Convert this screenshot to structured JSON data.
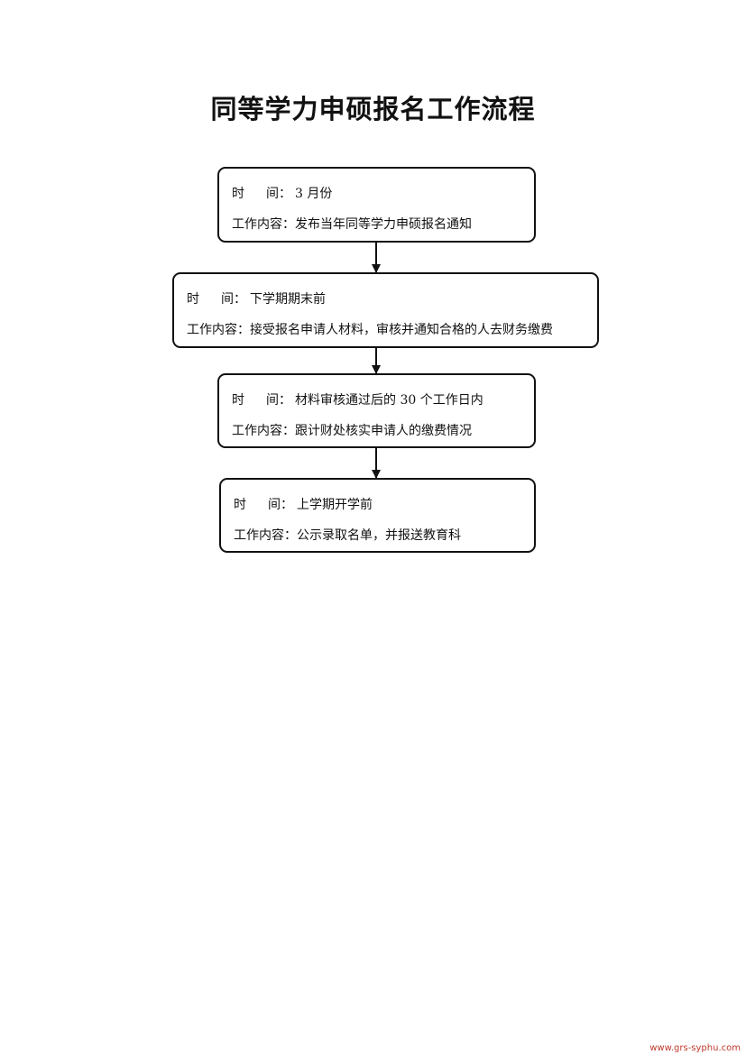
{
  "title": "同等学力申硕报名工作流程",
  "time_label_char1": "时",
  "time_label_char2": "间：",
  "content_label": "工作内容：",
  "steps": [
    {
      "time": "3 月份",
      "content": "发布当年同等学力申硕报名通知"
    },
    {
      "time": "下学期期末前",
      "content": "接受报名申请人材料，审核并通知合格的人去财务缴费"
    },
    {
      "time": "材料审核通过后的 30 个工作日内",
      "content": "跟计财处核实申请人的缴费情况"
    },
    {
      "time": "上学期开学前",
      "content": "公示录取名单，并报送教育科"
    }
  ],
  "watermark": "www.grs-syphu.com",
  "colors": {
    "line": "#111111",
    "watermark": "#c0392b"
  }
}
